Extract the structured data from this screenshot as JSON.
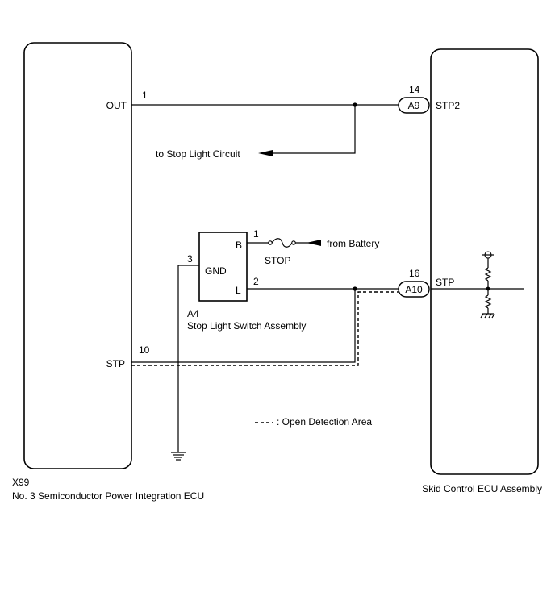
{
  "ecu_left": {
    "code": "X99",
    "name": "No. 3 Semiconductor Power Integration ECU",
    "pins": [
      {
        "label": "OUT",
        "number": "1"
      },
      {
        "label": "STP",
        "number": "10"
      }
    ]
  },
  "ecu_right": {
    "name": "Skid Control ECU Assembly",
    "pins": [
      {
        "label": "STP2",
        "number": "14",
        "connector": "A9"
      },
      {
        "label": "STP",
        "number": "16",
        "connector": "A10"
      }
    ]
  },
  "switch": {
    "code": "A4",
    "name": "Stop Light Switch Assembly",
    "pin_b": "B",
    "pin_l": "L",
    "pin_gnd": "GND",
    "num_b": "1",
    "num_l": "2",
    "num_gnd": "3"
  },
  "fuse": {
    "label": "STOP"
  },
  "from_battery": "from Battery",
  "to_stop_light": "to Stop Light Circuit",
  "legend": {
    "text": ": Open Detection Area"
  }
}
